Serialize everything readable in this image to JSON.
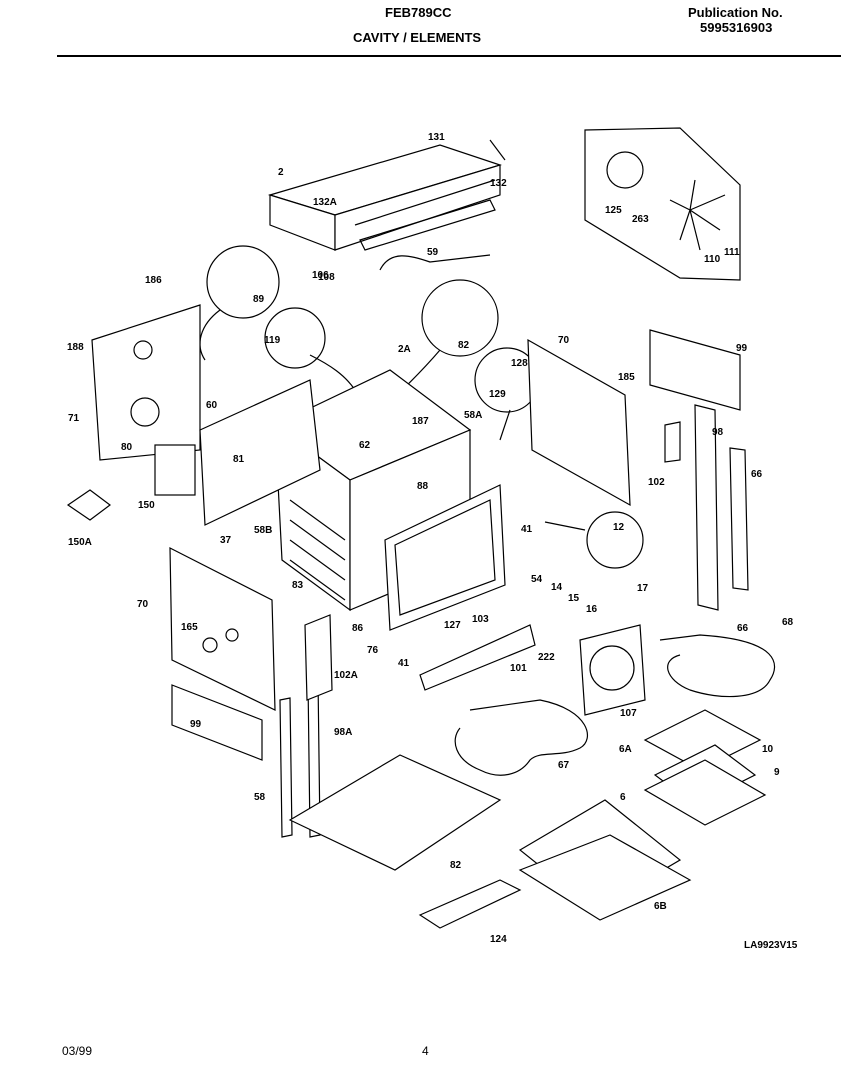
{
  "header": {
    "model": "FEB789CC",
    "section": "CAVITY / ELEMENTS",
    "publication_label": "Publication No.",
    "publication_number": "5995316903"
  },
  "footer": {
    "date": "03/99",
    "page": "4",
    "drawing_code": "LA9923V15"
  },
  "part_labels": [
    "131",
    "2",
    "132",
    "132A",
    "108",
    "125",
    "263",
    "110",
    "111",
    "59",
    "186",
    "188",
    "89",
    "106",
    "2A",
    "82",
    "128",
    "129",
    "70",
    "185",
    "99",
    "119",
    "71",
    "80",
    "60",
    "187",
    "58A",
    "62",
    "81",
    "88",
    "102",
    "98",
    "66",
    "150",
    "12",
    "58B",
    "41",
    "37",
    "150A",
    "54",
    "14",
    "15",
    "16",
    "17",
    "83",
    "70",
    "165",
    "86",
    "127",
    "103",
    "102A",
    "76",
    "41",
    "222",
    "101",
    "66",
    "68",
    "99",
    "107",
    "98A",
    "58",
    "67",
    "6A",
    "10",
    "9",
    "82",
    "6",
    "124",
    "6B"
  ]
}
